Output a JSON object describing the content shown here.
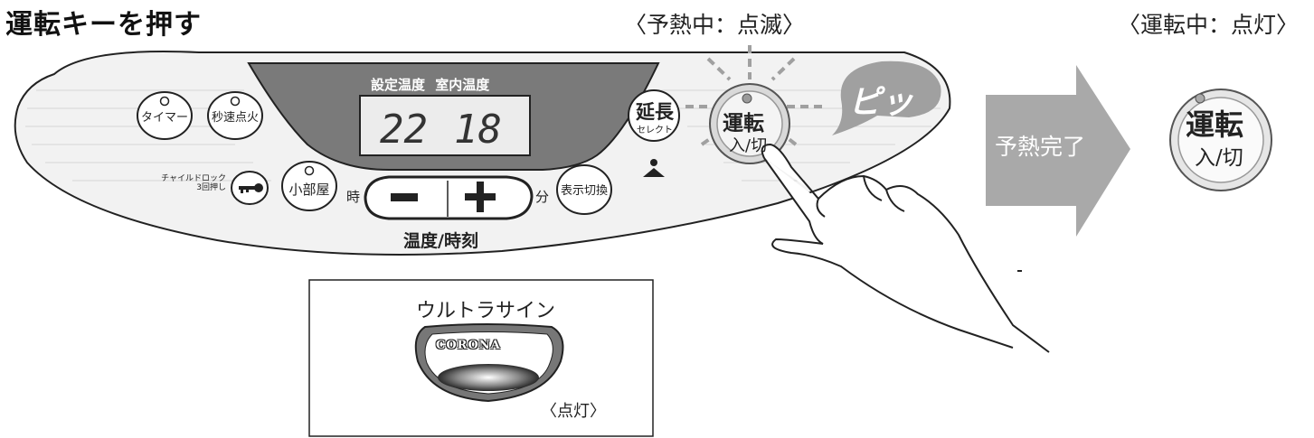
{
  "heading": "運転キーを押す",
  "status_preheating": "〈予熱中：点滅〉",
  "status_running": "〈運転中：点灯〉",
  "display": {
    "label_setting": "設定温度",
    "label_room": "室内温度",
    "set_temp": "22",
    "room_temp": "18"
  },
  "buttons": {
    "timer": "タイマー",
    "quick_ignition": "秒速点火",
    "child_lock_line1": "チャイルドロック",
    "child_lock_line2": "3回押し",
    "small_room": "小部屋",
    "hour": "時",
    "minus": "−",
    "plus": "+",
    "minute": "分",
    "display_switch": "表示切換",
    "temp_clock": "温度/時刻",
    "extend_main": "延長",
    "extend_sub": "セレクト",
    "run_main": "運転",
    "run_sub": "入/切"
  },
  "sound": "ピッ",
  "arrow_label": "予熱完了",
  "run_big_main": "運転",
  "run_big_sub": "入/切",
  "inset": {
    "title": "ウルトラサイン",
    "logo": "CORONA",
    "lamp_status": "〈点灯〉"
  },
  "colors": {
    "panel": "#f2f2f2",
    "display_frame": "#7a7a7a",
    "lcd": "#ececec",
    "arrow": "#a9a9a9",
    "bubble": "#a0a0a0"
  }
}
